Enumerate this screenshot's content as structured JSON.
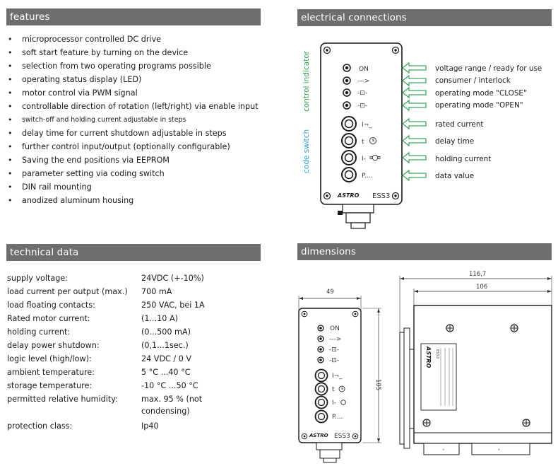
{
  "sections": {
    "features": "features",
    "electrical": "electrical connections",
    "technical": "technical data",
    "dimensions": "dimensions"
  },
  "features": [
    {
      "text": "microprocessor controlled DC drive",
      "small": false
    },
    {
      "text": "soft start feature by turning on the device",
      "small": false
    },
    {
      "text": "selection from two operating programs possible",
      "small": false
    },
    {
      "text": "operating status display (LED)",
      "small": false
    },
    {
      "text": "motor control via PWM signal",
      "small": false
    },
    {
      "text": "controllable direction of rotation (left/right) via enable input",
      "small": false
    },
    {
      "text": "switch-off and holding current adjustable in steps",
      "small": true
    },
    {
      "text": "delay time for current shutdown adjustable in steps",
      "small": false
    },
    {
      "text": "further control input/output (optionally configurable)",
      "small": false
    },
    {
      "text": "Saving the end positions via EEPROM",
      "small": false
    },
    {
      "text": "parameter setting via coding switch",
      "small": false
    },
    {
      "text": "DIN rail mounting",
      "small": false
    },
    {
      "text": "anodized aluminum housing",
      "small": false
    }
  ],
  "technical_data": [
    {
      "key": "supply voltage:",
      "value": "24VDC (+-10%)"
    },
    {
      "key": "load current per output (max.)",
      "value": "700 mA"
    },
    {
      "key": "load floating contacts:",
      "value": "250 VAC, bei 1A"
    },
    {
      "key": "Rated motor current:",
      "value": "(1...10 A)"
    },
    {
      "key": "holding current:",
      "value": "(0...500 mA)"
    },
    {
      "key": "delay power shutdown:",
      "value": "(0,1...1sec.)"
    },
    {
      "key": "logic level (high/low):",
      "value": "24 VDC / 0 V"
    },
    {
      "key": "ambient temperature:",
      "value": "5 °C ...40 °C"
    },
    {
      "key": "storage temperature:",
      "value": "-10 °C ...50 °C"
    },
    {
      "key": "permitted relative humidity:",
      "value": "max. 95 % (not condensing)"
    },
    {
      "key": "protection class:",
      "value": "Ip40"
    }
  ],
  "electrical": {
    "group_control": "control indicator",
    "group_code": "code switch",
    "led_labels": [
      "ON",
      "--->",
      "-⊡-",
      "-⊡-"
    ],
    "switch_symbols": [
      "I¬_",
      "t",
      "I-",
      "P...."
    ],
    "connections": [
      "voltage range / ready for use",
      "consumer / interlock",
      "operating mode \"CLOSE\"",
      "operating mode \"OPEN\"",
      "rated current",
      "delay time",
      "holding current",
      "data value"
    ],
    "brand": "ASTRO",
    "model": "ESS3"
  },
  "dimensions": {
    "width_front": "49",
    "height": "105",
    "depth_total": "116,7",
    "depth_body": "106",
    "model": "ESS3",
    "brand": "ASTRO"
  },
  "colors": {
    "section_bar": "#6e6e6e",
    "group_label": "#2aa84a",
    "code_label": "#2a9fd6",
    "arrow": "#3aaa60"
  },
  "icons": [
    "screw-icon",
    "led-icon",
    "coding-switch-icon",
    "arrow-left-icon",
    "din-rail-clip-icon"
  ]
}
